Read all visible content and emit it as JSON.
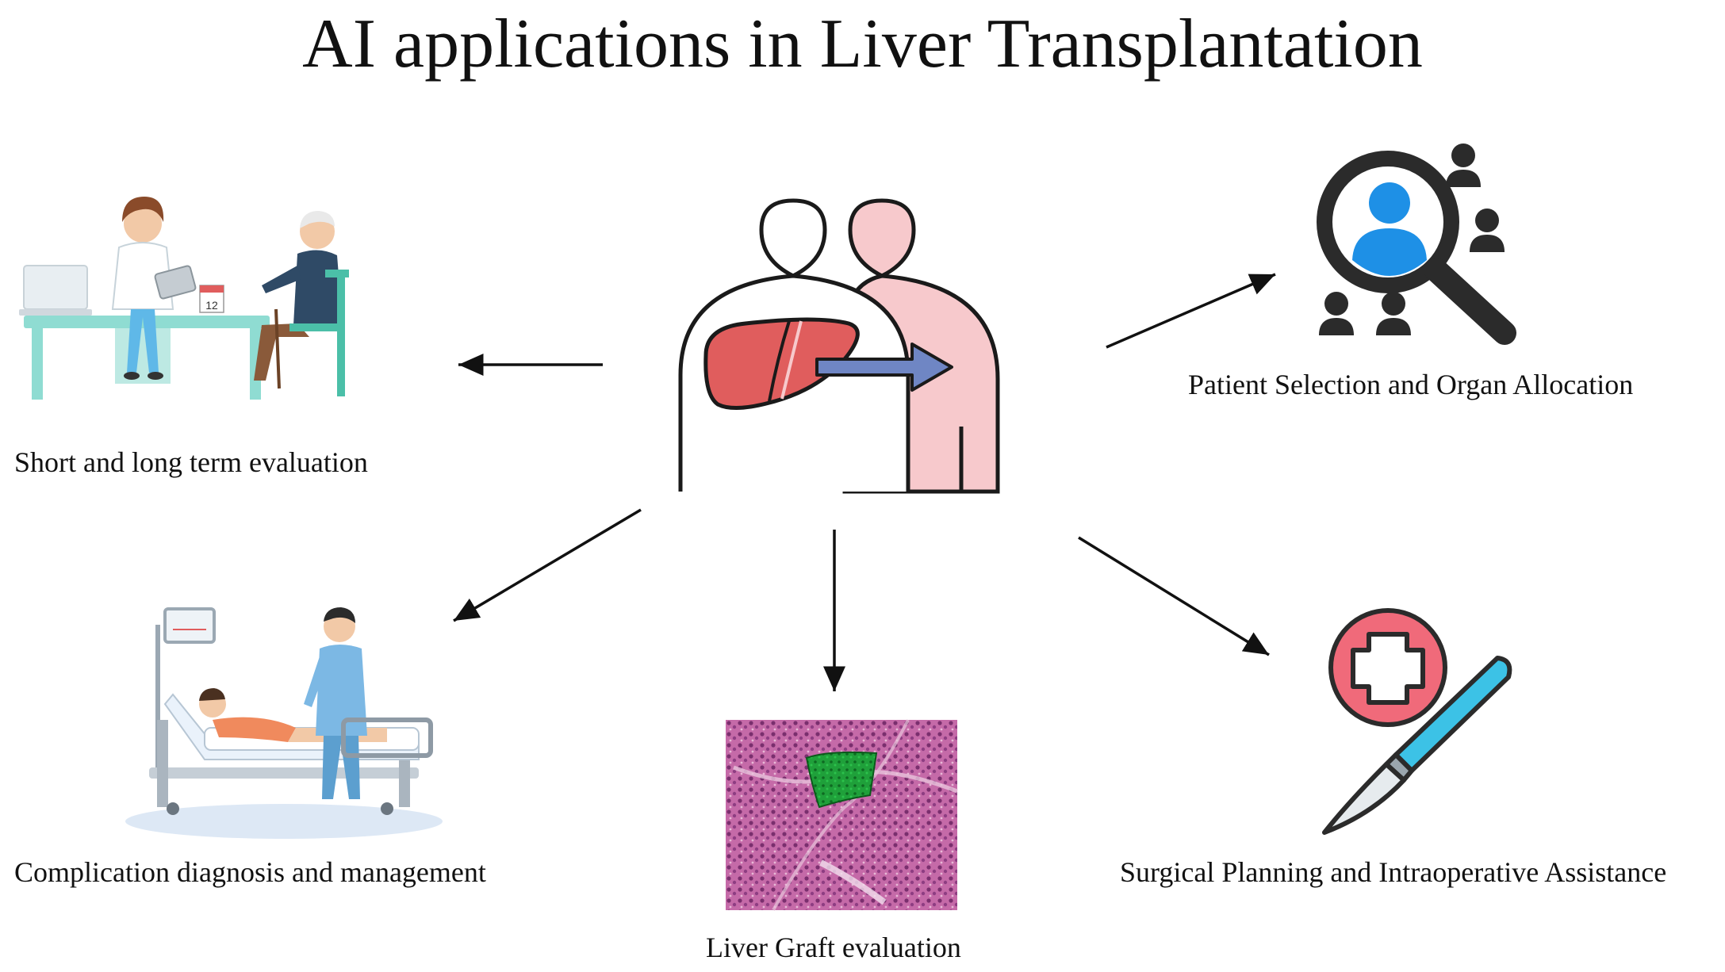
{
  "title": "AI applications in Liver Transplantation",
  "colors": {
    "liver": "#e05d5d",
    "recipient_body": "#f7c9cc",
    "transfer_arrow": "#6f86c4",
    "accent_blue": "#1e90e6",
    "medical_cross": "#f06a7a",
    "scalpel_blue": "#3cc2e6",
    "histology_tissue": "#b9559a",
    "histology_highlight": "#1fa03a"
  },
  "nodes": {
    "evaluation": {
      "label": "Short and long term evaluation",
      "icon": "doctor-consultation-icon"
    },
    "selection": {
      "label": "Patient Selection and Organ Allocation",
      "icon": "magnifier-patient-icon"
    },
    "complication": {
      "label": "Complication diagnosis and management",
      "icon": "hospital-bed-icon"
    },
    "graft": {
      "label": "Liver Graft evaluation",
      "icon": "liver-histology-icon"
    },
    "surgery": {
      "label": "Surgical Planning and Intraoperative Assistance",
      "icon": "scalpel-cross-icon"
    }
  },
  "center": {
    "icon": "liver-transplant-icon",
    "calendar_day": "12"
  }
}
